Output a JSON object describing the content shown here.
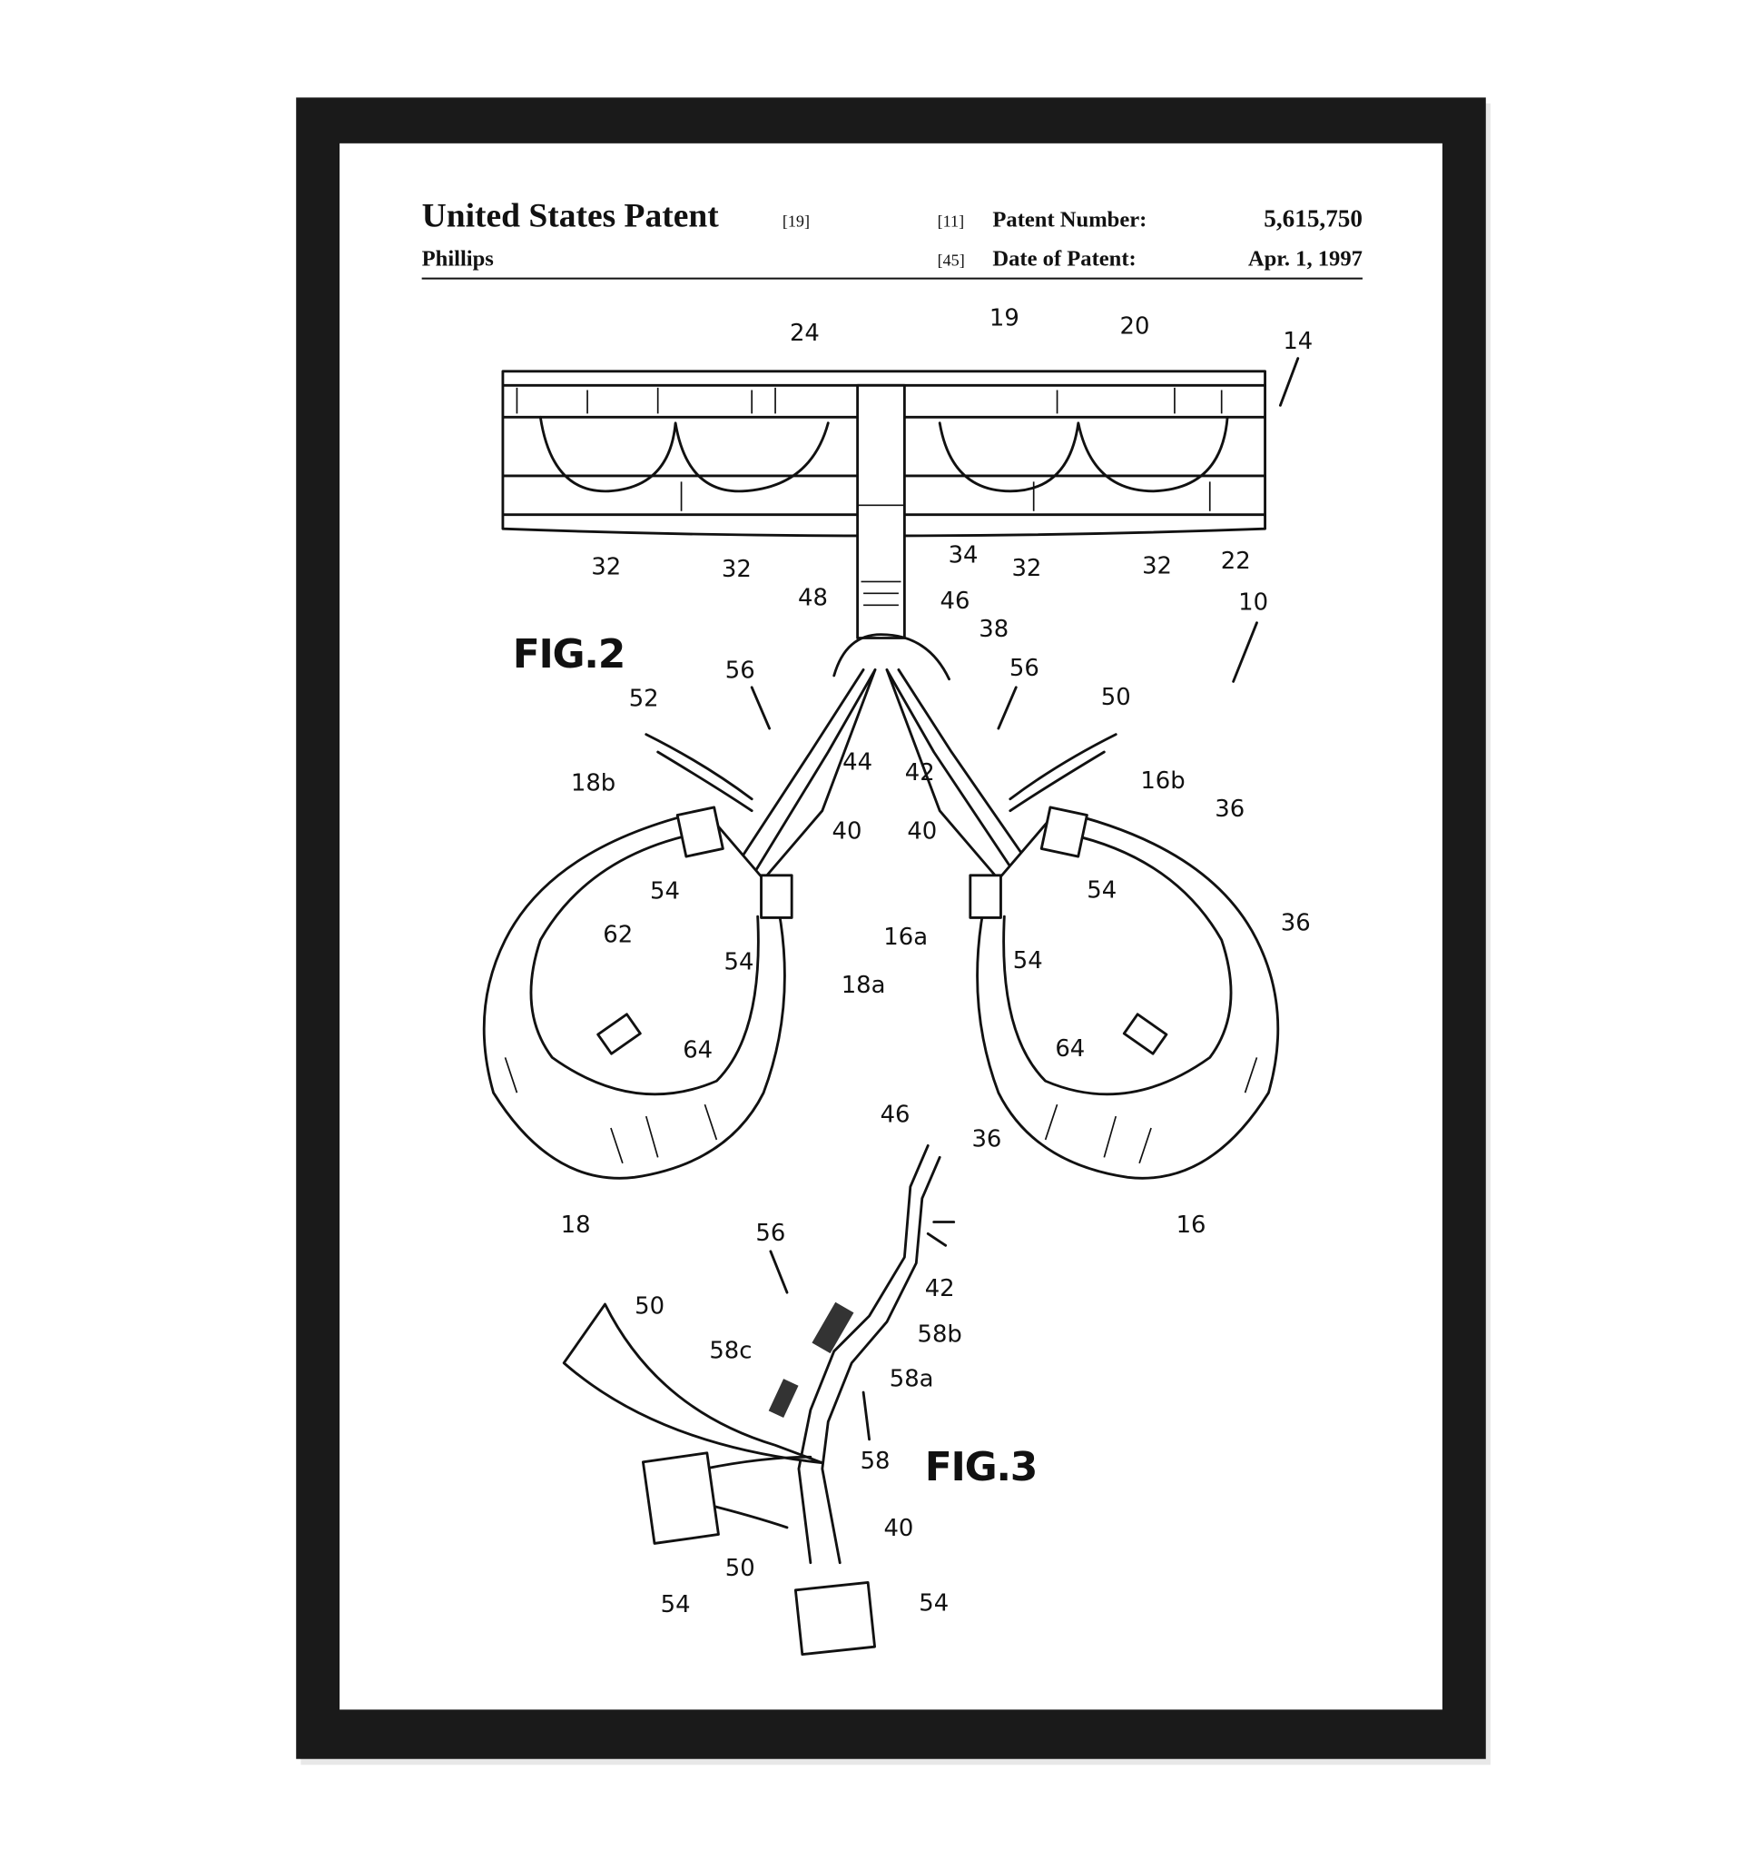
{
  "header": {
    "title": "United States Patent",
    "title_code": "[19]",
    "inventor": "Phillips",
    "number_code": "[11]",
    "number_label": "Patent Number:",
    "number_value": "5,615,750",
    "date_code": "[45]",
    "date_label": "Date of Patent:",
    "date_value": "Apr. 1, 1997"
  },
  "figures": {
    "fig2_title": "FIG.2",
    "fig3_title": "FIG.3",
    "fig2_labels": [
      "24",
      "19",
      "20",
      "14",
      "32",
      "32",
      "32",
      "32",
      "22",
      "34",
      "48",
      "46",
      "38",
      "10",
      "56",
      "56",
      "52",
      "50",
      "44",
      "42",
      "18b",
      "16b",
      "36",
      "40",
      "40",
      "54",
      "54",
      "16a",
      "36",
      "62",
      "54",
      "54",
      "18a",
      "64",
      "64",
      "36",
      "18",
      "16"
    ],
    "fig3_labels": [
      "46",
      "56",
      "42",
      "50",
      "58b",
      "58c",
      "58a",
      "58",
      "40",
      "50",
      "54",
      "54"
    ]
  },
  "colors": {
    "frame": "#1a1a1a",
    "paper": "#ffffff",
    "ink": "#111111"
  }
}
